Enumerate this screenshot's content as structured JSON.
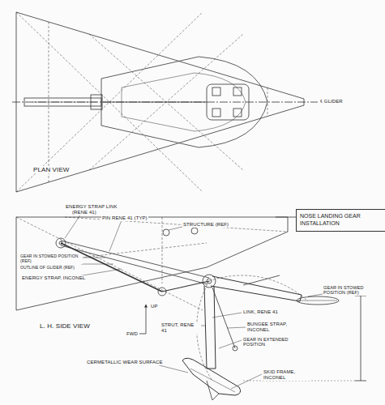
{
  "diagram": {
    "nodes": [
      {
        "text": [
          "NOSE LANDING GEAR INSTALLATION"
        ]
      }
    ],
    "edges": [],
    "labels": [
      "PLAN VIEW",
      "℄ GLIDER",
      "ENERGY STRAP LINK",
      "(RENE 41)",
      "PIN RENE 41 (TYP)",
      "STRUCTURE (REF)",
      "GEAR IN STOWED POSITION (REF)",
      "OUTLINE OF GLIDER (REF)",
      "ENERGY STRAP, INCONEL",
      "GEAR IN STOWED POSITION (REF)",
      "LINK, RENE 41",
      "BUNGEE STRAP, INCONEL",
      "GEAR IN EXTENDED POSITION",
      "STRUT, RENE 41",
      "CERMETALLIC WEAR SURFACE",
      "SKID FRAME, INCONEL",
      "L. H. SIDE VIEW",
      "UP",
      "FWD"
    ]
  }
}
